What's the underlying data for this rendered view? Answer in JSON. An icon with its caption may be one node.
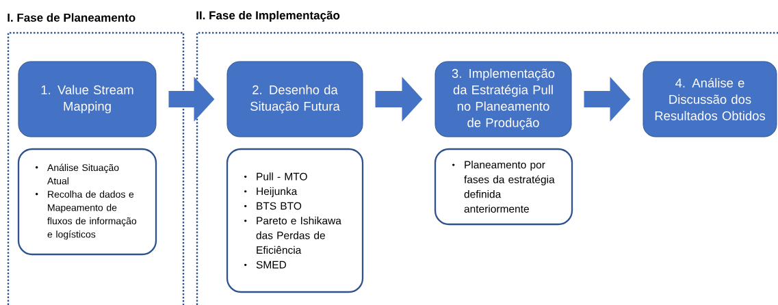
{
  "diagram": {
    "nodes": [
      {
        "text": [
          "I. Fase de Planeamento"
        ]
      },
      {
        "text": [
          "1. Value Stream Mapping"
        ],
        "in": 0
      },
      {
        "text": [
          "Análise Situação Atual",
          "Recolha de dados e Mapeamento de fluxos de informação e logísticos"
        ],
        "in": 0
      },
      {
        "text": [
          "II. Fase de Implementação"
        ]
      },
      {
        "text": [
          "2. Desenho da Situação Futura"
        ],
        "in": 3
      },
      {
        "text": [
          "Pull - MTO",
          "Heijunka",
          "BTS BTO",
          "Pareto e Ishikawa das Perdas de Eficiência",
          "SMED"
        ],
        "in": 3
      },
      {
        "text": [
          "3. Implementação da Estratégia Pull no Planeamento de Produção"
        ],
        "in": 3
      },
      {
        "text": [
          "Planeamento por fases da estratégia definida anteriormente"
        ],
        "in": 3
      },
      {
        "text": [
          "4. Análise e Discussão dos Resultados Obtidos"
        ],
        "in": 3
      }
    ],
    "edges": [
      {
        "from": 1,
        "to": 4,
        "arrow": "to"
      },
      {
        "from": 4,
        "to": 6,
        "arrow": "to"
      },
      {
        "from": 6,
        "to": 8,
        "arrow": "to"
      }
    ]
  }
}
